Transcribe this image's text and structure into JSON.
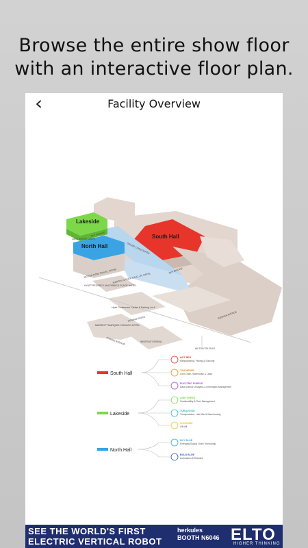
{
  "promo": {
    "line1": "Browse the entire show floor",
    "line2": "with an interactive floor plan."
  },
  "nav": {
    "back_icon": "chevron-left-icon",
    "back_glyph": "‹",
    "title": "Facility Overview"
  },
  "map": {
    "halls": {
      "lakeside": "Lakeside",
      "north": "North Hall",
      "south": "South Hall"
    },
    "labels": {
      "lakeside_tram": "SKY BRIDGE",
      "lake_shore": "LAKE SHORE DRIVE",
      "grand_concourse": "GRAND CONCOURSE",
      "sky_bridge2": "SKY BRIDGE",
      "hyatt": "HYATT REGENCY McCORMICK PLACE HOTEL",
      "mlk": "MARTIN LUTHER KING, JR. DRIVE",
      "conf_center": "Hyatt Conference Center & Parking Lot A",
      "marriott": "MARRIOTT MARQUIS CHICAGO HOTEL",
      "cermak": "CERMAK ROAD",
      "prairie": "PRAIRIE AVENUE",
      "wintrust": "WINTRUST ARENA",
      "indiana": "INDIANA AVENUE",
      "hilton": "HILTON TRI-PLEX",
      "motor_row": "MOTOR ROW TRAVEL ROOM"
    },
    "colors": {
      "south": "#e8352b",
      "lakeside": "#7dd849",
      "north": "#3aa3e3",
      "building": "#d9cfc8",
      "concourse": "#b8d6ee"
    }
  },
  "legend": {
    "south": {
      "label": "South Hall",
      "items": [
        {
          "title": "HOT RED",
          "desc": "Manufacturing, Picking & Sourcing",
          "color": "#e8352b"
        },
        {
          "title": "TANGERINE",
          "desc": "Cold Chain, Warehouse & Labor",
          "color": "#f28c28"
        },
        {
          "title": "ELECTRIC PURPLE",
          "desc": "Data Science, Analytics & Information Management",
          "color": "#9b4fd6"
        }
      ]
    },
    "lakeside": {
      "label": "Lakeside",
      "items": [
        {
          "title": "LIME GREEN",
          "desc": "Sustainability & Fleet Management",
          "color": "#7dd849"
        },
        {
          "title": "TURQUOISE",
          "desc": "Transportation, Last Mile & Warehousing",
          "color": "#22c0c8"
        },
        {
          "title": "SUNSHINE",
          "desc": "Lift Mill",
          "color": "#e8c82a"
        }
      ]
    },
    "north": {
      "label": "North Hall",
      "items": [
        {
          "title": "SKY BLUE",
          "desc": "Emerging Supply Chain Technology",
          "color": "#3aa3e3"
        },
        {
          "title": "BOLD BLUE",
          "desc": "Automation & Robotics",
          "color": "#2b55c9"
        }
      ]
    }
  },
  "ad": {
    "line1": "SEE THE WORLD'S FIRST",
    "line2": "ELECTRIC VERTICAL ROBOT",
    "brand": "herkules",
    "booth": "BOOTH N6046",
    "logo": "ELTO",
    "tagline": "HIGHER THINKING"
  }
}
